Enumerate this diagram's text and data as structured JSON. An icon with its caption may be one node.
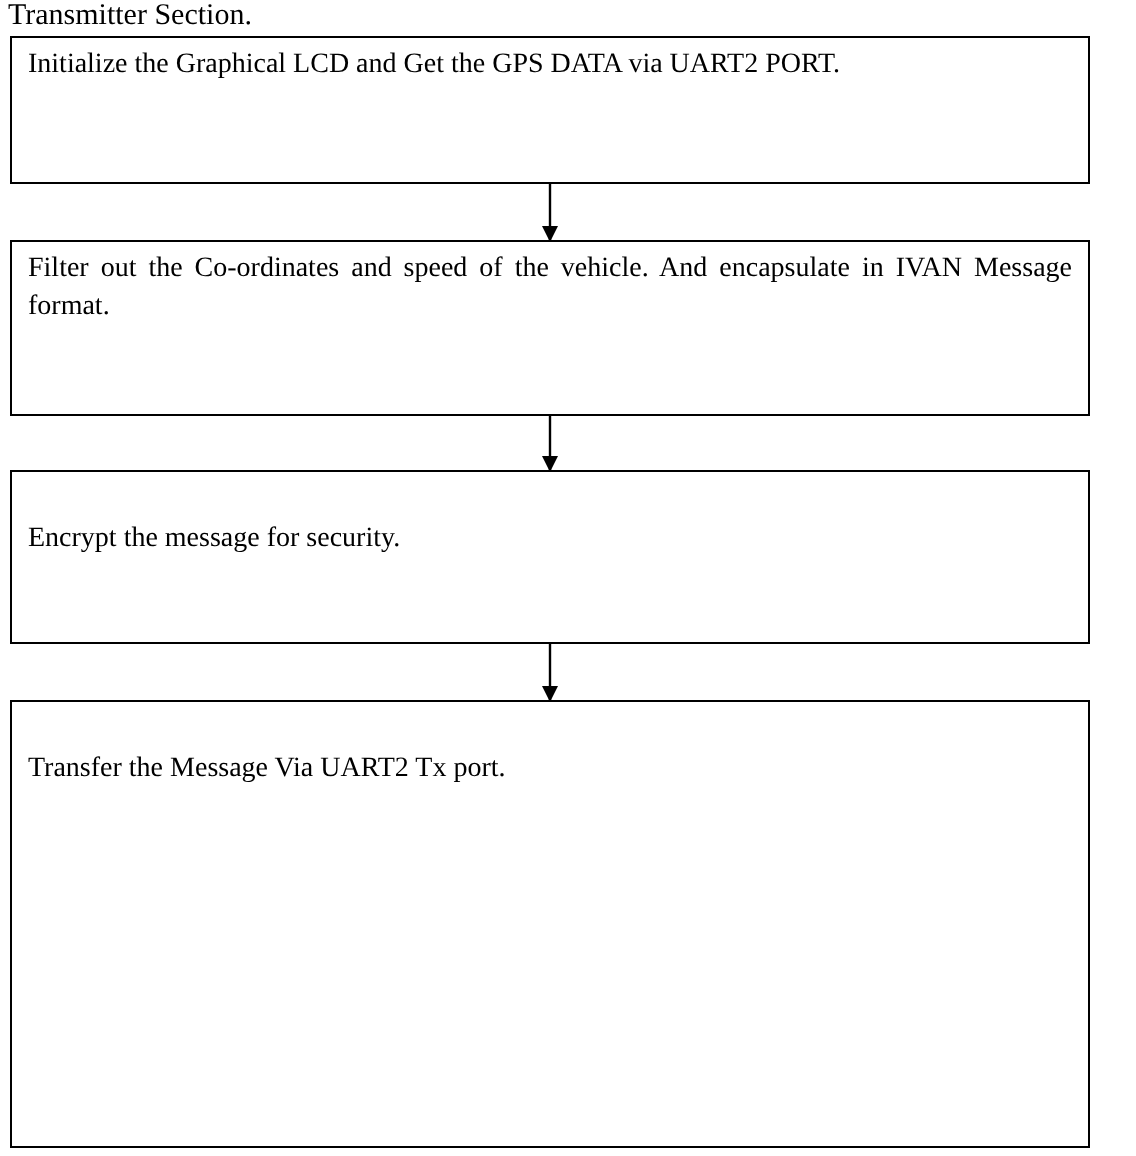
{
  "diagram": {
    "title": "Transmitter Section.",
    "nodes": [
      {
        "text": [
          "Initialize the Graphical LCD and Get the GPS DATA via UART2 PORT."
        ]
      },
      {
        "text": [
          "Filter out the Co-ordinates and speed of the vehicle. And encapsulate in IVAN Message format."
        ]
      },
      {
        "text": [
          "Encrypt the message for security."
        ]
      },
      {
        "text": [
          "Transfer the Message Via UART2 Tx port."
        ]
      }
    ],
    "edges": [
      {
        "from": 0,
        "to": 1,
        "arrow": "to"
      },
      {
        "from": 1,
        "to": 2,
        "arrow": "to"
      },
      {
        "from": 2,
        "to": 3,
        "arrow": "to"
      }
    ]
  }
}
